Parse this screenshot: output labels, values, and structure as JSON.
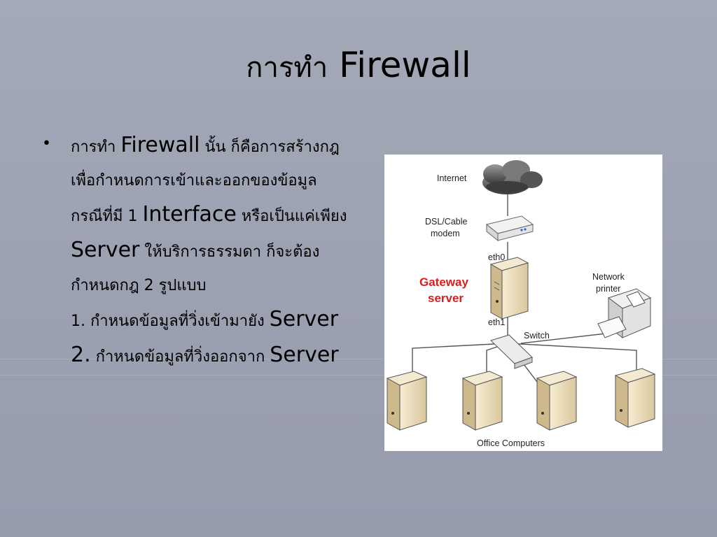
{
  "title": {
    "thai": "การทำ",
    "english": "Firewall"
  },
  "bullet": {
    "symbol": "•",
    "lines": [
      {
        "th1": "การทำ ",
        "en": "Firewall",
        "th2": " นั้น ก็คือการสร้างกฎ"
      },
      {
        "th1": "เพื่อกำหนดการเข้าและออกของข้อมูล",
        "en": "",
        "th2": ""
      },
      {
        "th1": "กรณีที่มี 1 ",
        "en": "Interface",
        "th2": " หรือเป็นแค่เพียง"
      },
      {
        "th1": "",
        "en": "Server",
        "th2": " ให้บริการธรรมดา ก็จะต้อง"
      },
      {
        "th1": "กำหนดกฎ 2 รูปแบบ",
        "en": "",
        "th2": ""
      },
      {
        "th1": "1. กำหนดข้อมูลที่วิ่งเข้ามายัง ",
        "en": "Server",
        "th2": ""
      },
      {
        "th1": "",
        "en": "2.",
        "th2": " กำหนดข้อมูลที่วิ่งออกจาก ",
        "en2": "Server"
      }
    ]
  },
  "diagram": {
    "internet_label": "Internet",
    "modem_label_1": "DSL/Cable",
    "modem_label_2": "modem",
    "eth0_label": "eth0",
    "gateway_label_1": "Gateway",
    "gateway_label_2": "server",
    "eth1_label": "eth1",
    "switch_label": "Switch",
    "printer_label_1": "Network",
    "printer_label_2": "printer",
    "office_label": "Office Computers",
    "accent_color": "#d81e1e"
  }
}
